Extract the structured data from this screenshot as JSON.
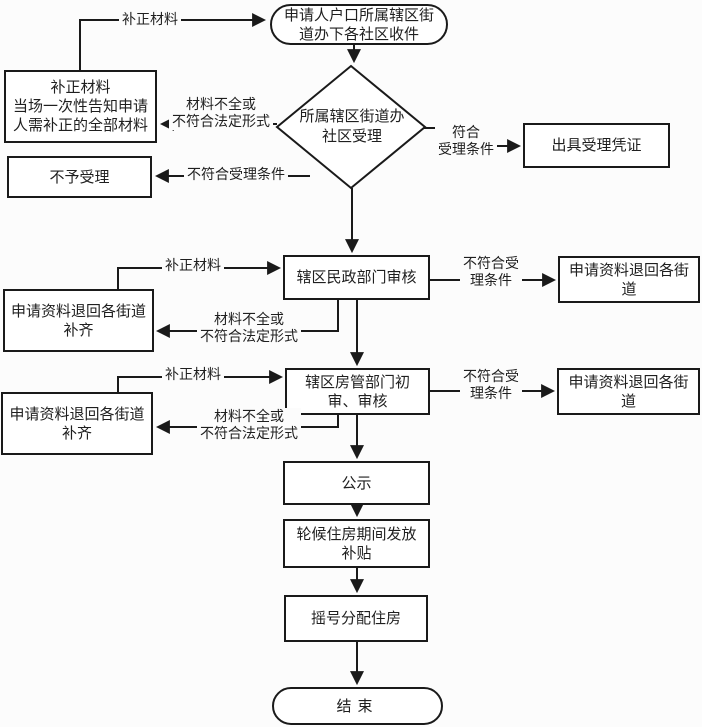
{
  "flowchart": {
    "colors": {
      "line": "#1a1a1a",
      "node_border": "#1a1a1a",
      "node_fill": "#ffffff",
      "text": "#1f1f1f",
      "background": "#fcfcfc"
    },
    "nodes": {
      "start": "申请人户口所属辖区街\n道办下各社区收件",
      "supplement_notice": "补正材料\n当场一次性告知申请\n人需补正的全部材料",
      "community_accept": "所属辖区街道办\n社区受理",
      "not_accepted": "不予受理",
      "issue_receipt": "出具受理凭证",
      "civil_affairs_review": "辖区民政部门审核",
      "return_fill_1": "申请资料退回各街道\n补齐",
      "return_streets_1": "申请资料退回各街\n道",
      "housing_review": "辖区房管部门初\n审、审核",
      "return_fill_2": "申请资料退回各街道\n补齐",
      "return_streets_2": "申请资料退回各街\n道",
      "publicity": "公示",
      "waiting_subsidy": "轮候住房期间发放\n补贴",
      "lottery_allocation": "摇号分配住房",
      "end": "结束"
    },
    "edge_labels": {
      "supplement_top": "补正材料",
      "incomplete_1": "材料不全或\n不符合法定形式",
      "not_meet_conditions_1": "不符合受理条件",
      "meet_conditions": "符合\n受理条件",
      "supplement_2": "补正材料",
      "incomplete_2": "材料不全或\n不符合法定形式",
      "not_meet_conditions_2": "不符合受\n理条件",
      "supplement_3": "补正材料",
      "incomplete_3": "材料不全或\n不符合法定形式",
      "not_meet_conditions_3": "不符合受\n理条件"
    }
  }
}
